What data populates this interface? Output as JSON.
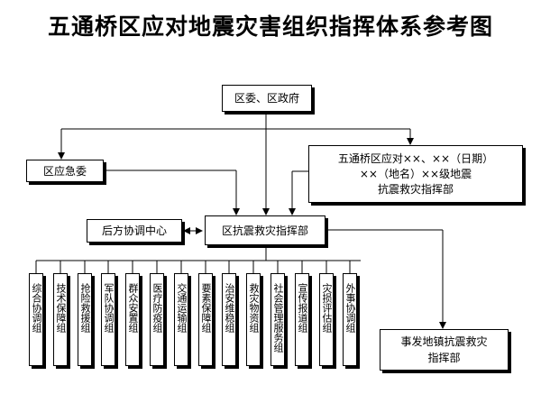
{
  "title": "五通桥区应对地震灾害组织指挥体系参考图",
  "nodes": {
    "district_gov": "区委、区政府",
    "emergency_committee": "区应急委",
    "field_command": {
      "line1": "五通桥区应对××、××（日期）",
      "line2": "××（地名）××级地震",
      "line3": "抗震救灾指挥部"
    },
    "logistics_center": "后方协调中心",
    "hq": "区抗震救灾指挥部",
    "onsite_hq": {
      "line1": "事发地镇抗震救灾",
      "line2": "指挥部"
    }
  },
  "groups": [
    "综合协调组",
    "技术保障组",
    "抢险救援组",
    "军队协调组",
    "群众安置组",
    "医疗防疫组",
    "交通运输组",
    "要素保障组",
    "治安维稳组",
    "救灾物资组",
    "社会管理服务组",
    "宣传报道组",
    "灾损评估组",
    "外事协调组"
  ]
}
